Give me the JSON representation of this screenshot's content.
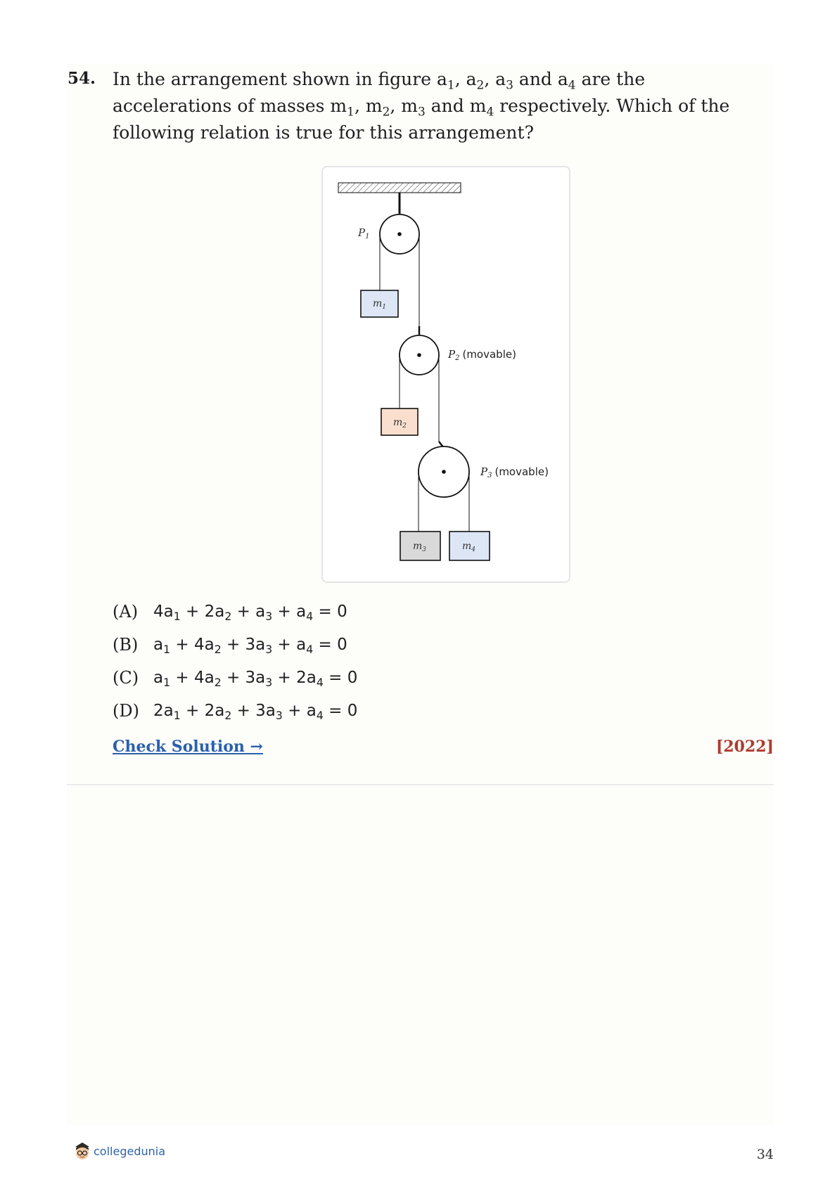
{
  "question": {
    "number": "54.",
    "text_parts": [
      "In the arrangement shown in figure a",
      "1",
      ", a",
      "2",
      ", a",
      "3",
      " and a",
      "4",
      " are the accelerations of masses m",
      "1",
      ", m",
      "2",
      ", m",
      "3",
      " and m",
      "4",
      " respectively. Which of the following relation is true for this arrangement?"
    ]
  },
  "figure": {
    "labels": {
      "p1": "P",
      "p1_sub": "1",
      "p2": "P",
      "p2_sub": "2",
      "p2_note": "(movable)",
      "p3": "P",
      "p3_sub": "3",
      "p3_note": "(movable)",
      "m1": "m",
      "m1_sub": "1",
      "m2": "m",
      "m2_sub": "2",
      "m3": "m",
      "m3_sub": "3",
      "m4": "m",
      "m4_sub": "4"
    },
    "colors": {
      "m1": "#dce6f5",
      "m2": "#fadfcf",
      "m3": "#d9d9d9",
      "m4": "#dce6f5"
    }
  },
  "options": [
    {
      "label": "(A)",
      "parts": [
        "4a",
        "1",
        " + 2a",
        "2",
        " + a",
        "3",
        " + a",
        "4",
        " = 0"
      ]
    },
    {
      "label": "(B)",
      "parts": [
        "a",
        "1",
        " + 4a",
        "2",
        " + 3a",
        "3",
        " + a",
        "4",
        " = 0"
      ]
    },
    {
      "label": "(C)",
      "parts": [
        "a",
        "1",
        " + 4a",
        "2",
        " + 3a",
        "3",
        " + 2a",
        "4",
        " = 0"
      ]
    },
    {
      "label": "(D)",
      "parts": [
        "2a",
        "1",
        " + 2a",
        "2",
        " + 3a",
        "3",
        " + a",
        "4",
        " = 0"
      ]
    }
  ],
  "check_solution": "Check Solution →",
  "year": "[2022]",
  "footer": {
    "logo_text": "collegedunia",
    "page_number": "34"
  }
}
